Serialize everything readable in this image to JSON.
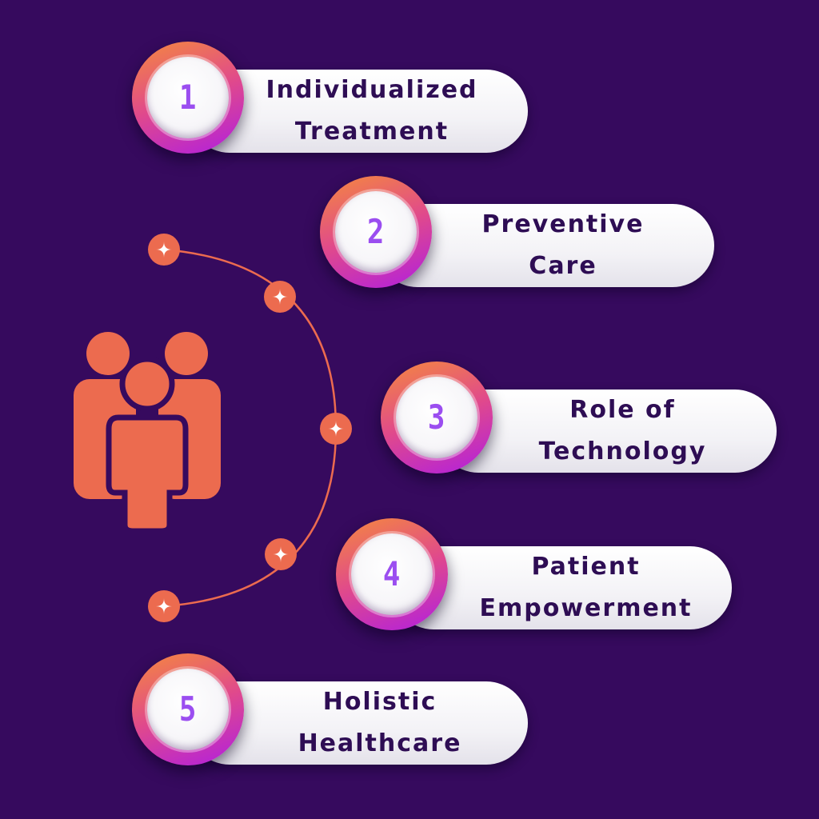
{
  "colors": {
    "background": "#360a5e",
    "accent_orange": "#ec6b4f",
    "text_dark": "#2e0d54",
    "number_purple": "#9b4ef0",
    "badge_gradient_start": "#f58a3c",
    "badge_gradient_end": "#b01ee0"
  },
  "icons": {
    "people": "group-of-people-icon",
    "node": "sparkle-star-icon"
  },
  "items": [
    {
      "number": "1",
      "line1": "Individualized",
      "line2": "Treatment"
    },
    {
      "number": "2",
      "line1": "Preventive",
      "line2": "Care"
    },
    {
      "number": "3",
      "line1": "Role of",
      "line2": "Technology"
    },
    {
      "number": "4",
      "line1": "Patient",
      "line2": "Empowerment"
    },
    {
      "number": "5",
      "line1": "Holistic",
      "line2": "Healthcare"
    }
  ]
}
